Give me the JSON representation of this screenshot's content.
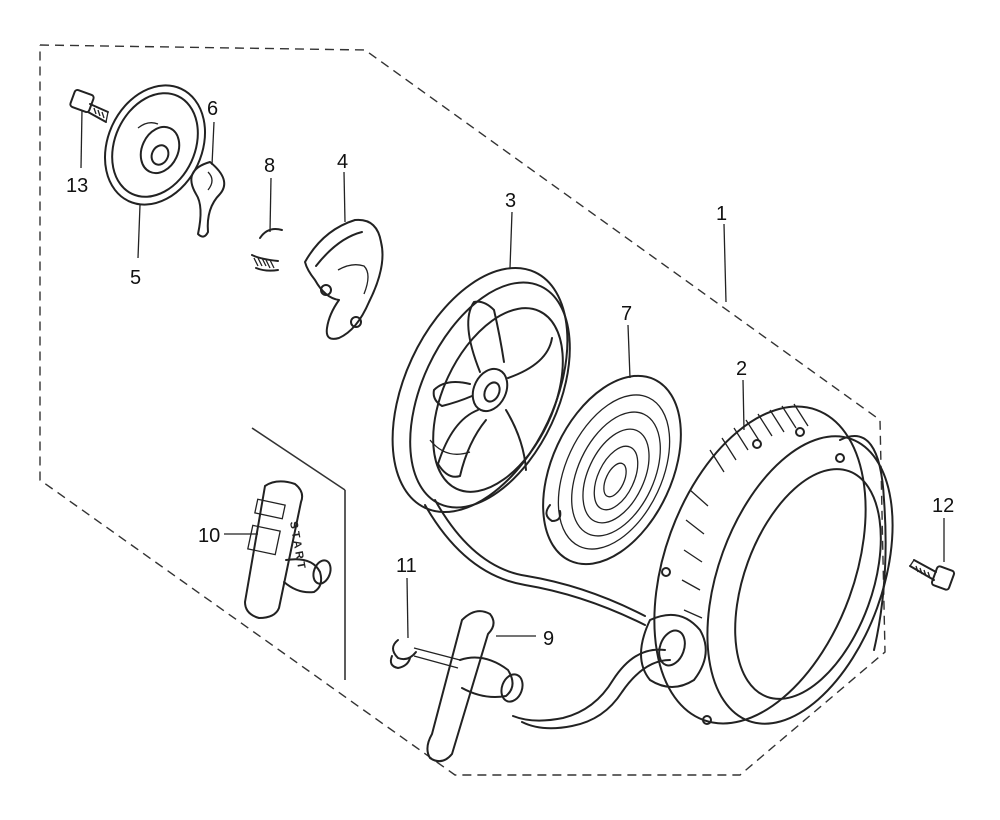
{
  "callouts": [
    {
      "id": "1",
      "label": "1"
    },
    {
      "id": "2",
      "label": "2"
    },
    {
      "id": "3",
      "label": "3"
    },
    {
      "id": "4",
      "label": "4"
    },
    {
      "id": "5",
      "label": "5"
    },
    {
      "id": "6",
      "label": "6"
    },
    {
      "id": "7",
      "label": "7"
    },
    {
      "id": "8",
      "label": "8"
    },
    {
      "id": "9",
      "label": "9"
    },
    {
      "id": "10",
      "label": "10"
    },
    {
      "id": "11",
      "label": "11"
    },
    {
      "id": "12",
      "label": "12"
    },
    {
      "id": "13",
      "label": "13"
    }
  ],
  "parts": {
    "start_grip_text": "START"
  }
}
